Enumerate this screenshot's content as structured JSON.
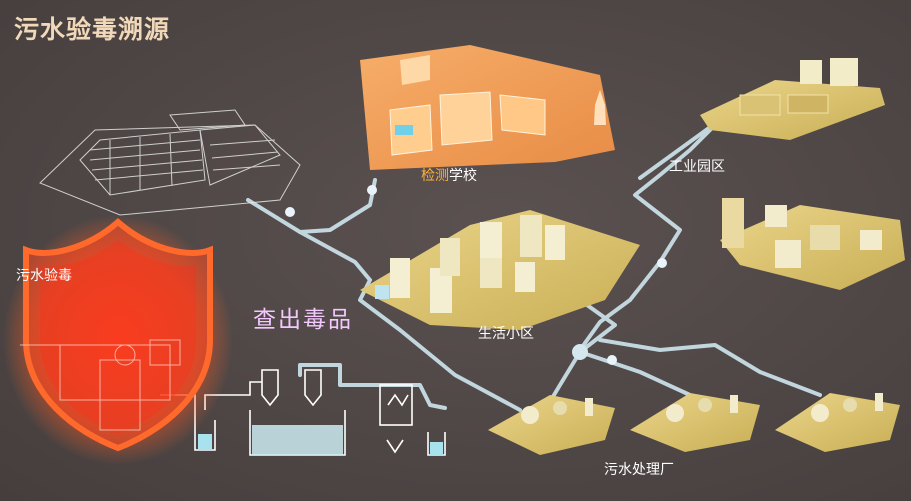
{
  "title": "污水验毒溯源",
  "labels": {
    "detect_school_highlight": "检测",
    "detect_school_rest": "学校",
    "industrial_park": "工业园区",
    "sewage_testing": "污水验毒",
    "find_drugs": "查出毒品",
    "residential": "生活小区",
    "treatment_plant": "污水处理厂"
  },
  "colors": {
    "background": "#4f4746",
    "pipe": "#cfe6ef",
    "school_block": "#f5a15a",
    "zone_block": "#d8c06a",
    "shield": "#ff5a2a",
    "title": "#f0d8b8",
    "highlight": "#ffb23a"
  }
}
